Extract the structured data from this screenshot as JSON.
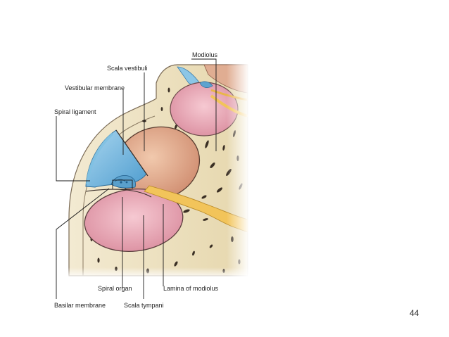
{
  "labels": {
    "modiolus": "Modiolus",
    "scala_vestibuli": "Scala vestibuli",
    "vestibular_membrane": "Vestibular membrane",
    "spiral_ligament": "Spiral ligament",
    "spiral_organ": "Spiral organ",
    "lamina_of_modiolus": "Lamina of modiolus",
    "basilar_membrane": "Basilar membrane",
    "scala_tympani": "Scala tympani"
  },
  "page_number": "44",
  "colors": {
    "bone": "#efe4c4",
    "bone_pores": "#3a2f24",
    "scala_vestibuli": "#e2a98a",
    "scala_tympani": "#e8aab8",
    "cochlear_duct": "#7fbde0",
    "nerve": "#f2c45a"
  }
}
